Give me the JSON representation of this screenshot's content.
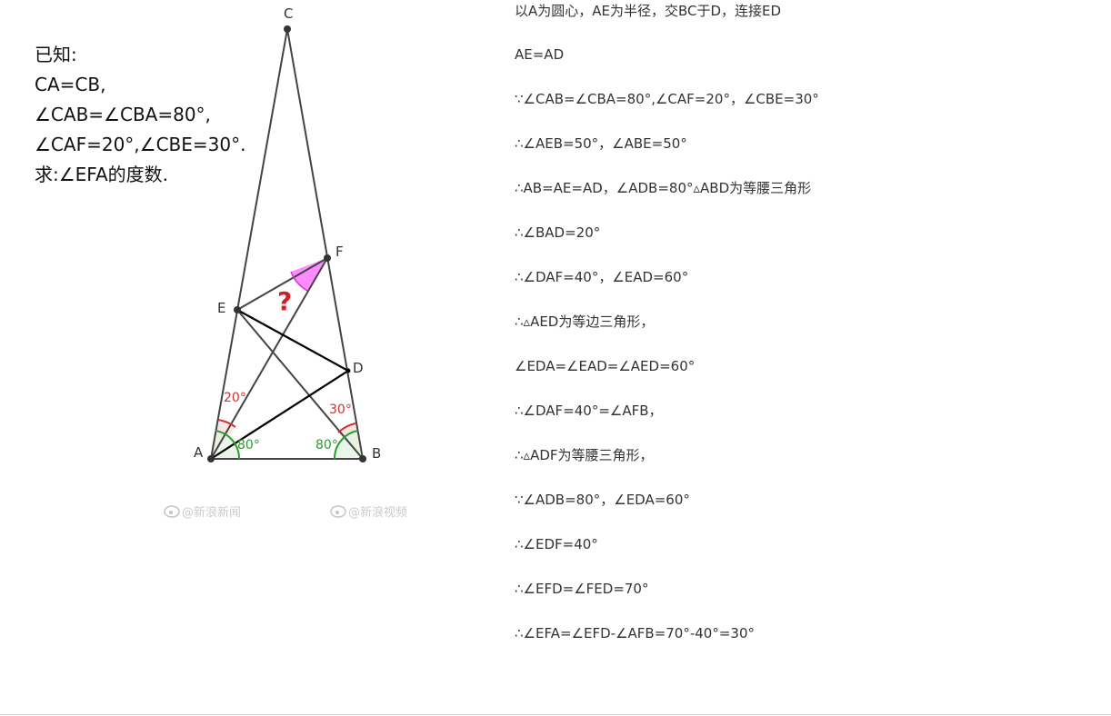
{
  "given": {
    "lines": [
      "已知:",
      "CA=CB,",
      "∠CAB=∠CBA=80°,",
      "∠CAF=20°,∠CBE=30°.",
      "求:∠EFA的度数."
    ]
  },
  "diagram": {
    "points": {
      "A": "A",
      "B": "B",
      "C": "C",
      "D": "D",
      "E": "E",
      "F": "F"
    },
    "angle_labels": {
      "caf": "20°",
      "cbe": "30°",
      "cab": "80°",
      "cba": "80°"
    },
    "unknown": "?",
    "watermarks": [
      "@新浪新闻",
      "@新浪视频"
    ],
    "colors": {
      "line": "#444444",
      "bold_line": "#000000",
      "red_arc": "#cc3333",
      "green_arc": "#2e9a2e",
      "pink_fill": "#ff66ff",
      "question": "#cc2222"
    }
  },
  "proof": {
    "steps": [
      "以A为圆心，AE为半径，交BC于D，连接ED",
      "AE=AD",
      "∵∠CAB=∠CBA=80°,∠CAF=20°，∠CBE=30°",
      "∴∠AEB=50°，∠ABE=50°",
      "∴AB=AE=AD，∠ADB=80°▵ABD为等腰三角形",
      "∴∠BAD=20°",
      "∴∠DAF=40°，∠EAD=60°",
      "∴▵AED为等边三角形，",
      "∠EDA=∠EAD=∠AED=60°",
      "∴∠DAF=40°=∠AFB，",
      "∴▵ADF为等腰三角形，",
      "∵∠ADB=80°，∠EDA=60°",
      "∴∠EDF=40°",
      "∴∠EFD=∠FED=70°",
      "∴∠EFA=∠EFD-∠AFB=70°-40°=30°"
    ]
  }
}
